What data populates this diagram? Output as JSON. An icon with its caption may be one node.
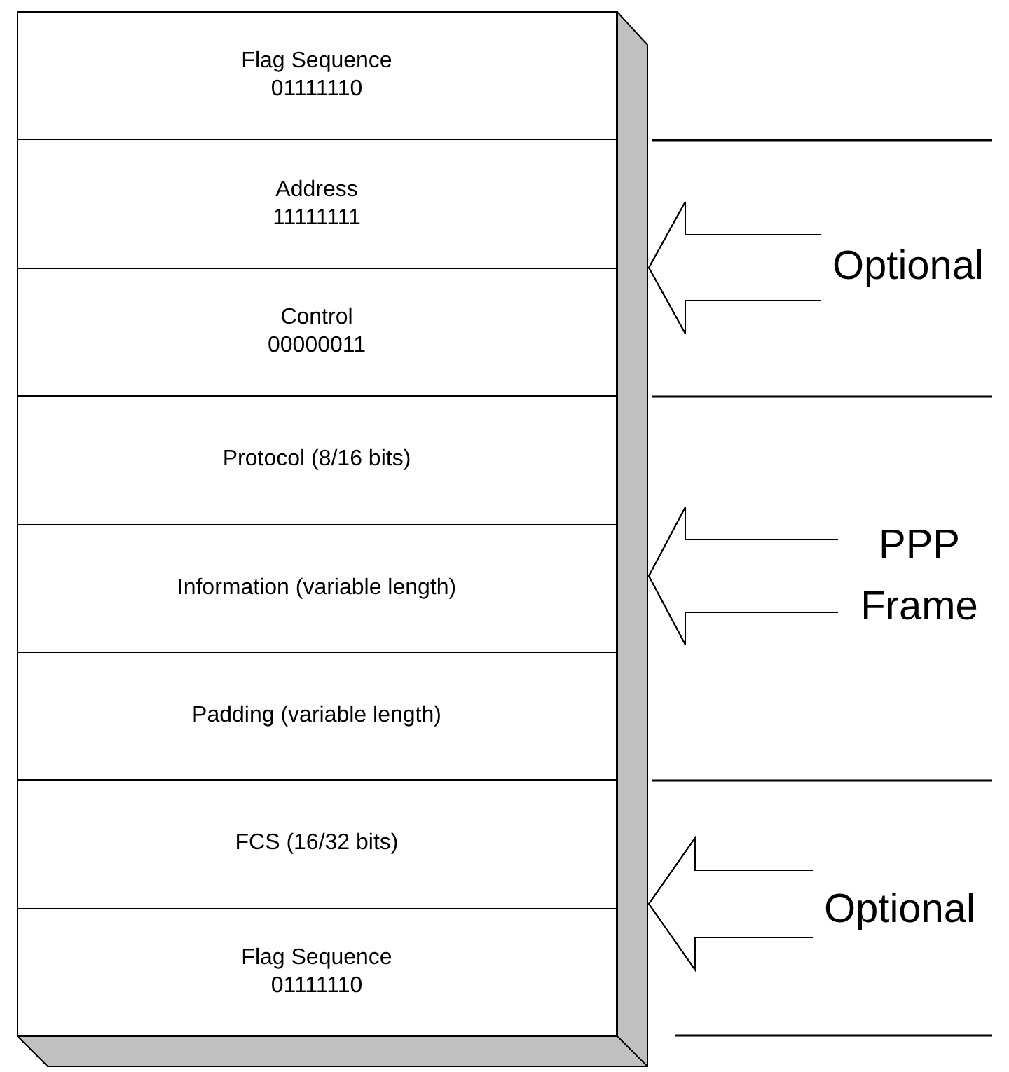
{
  "diagram": {
    "nodes": [
      {
        "text": [],
        "shape": "box"
      },
      {
        "text": [
          "Flag Sequence 01111110"
        ],
        "in": 0
      },
      {
        "text": [
          "Address 11111111"
        ],
        "in": 0
      },
      {
        "text": [
          "Control 00000011"
        ],
        "in": 0
      },
      {
        "text": [
          "Protocol (8/16 bits)"
        ],
        "in": 0
      },
      {
        "text": [
          "Information (variable length)"
        ],
        "in": 0
      },
      {
        "text": [
          "Padding (variable length)"
        ],
        "in": 0
      },
      {
        "text": [
          "FCS (16/32 bits)"
        ],
        "in": 0
      },
      {
        "text": [
          "Flag Sequence 01111110"
        ],
        "in": 0
      },
      {
        "text": [
          "Optional"
        ]
      },
      {
        "text": [
          "PPP Frame"
        ]
      },
      {
        "text": [
          "Optional"
        ]
      }
    ],
    "edges": [
      {
        "from": 9,
        "to": 0,
        "arrow": "to"
      },
      {
        "from": 10,
        "to": 0,
        "arrow": "to"
      },
      {
        "from": 11,
        "to": 0,
        "arrow": "to"
      }
    ]
  }
}
